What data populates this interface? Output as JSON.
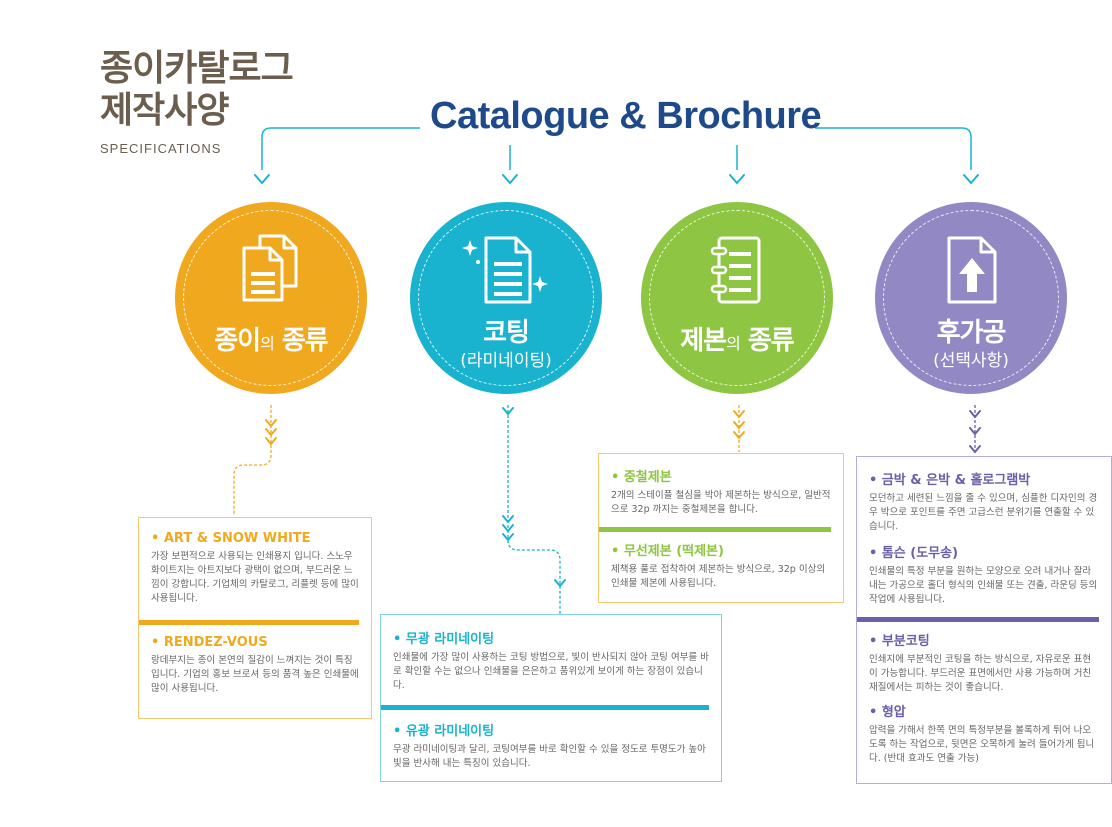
{
  "header": {
    "title_line1": "종이카탈로그",
    "title_line2": "제작사양",
    "subtitle": "SPECIFICATIONS",
    "main_title": "Catalogue & Brochure"
  },
  "colors": {
    "paper": "#f0a91f",
    "coating": "#1ab3cf",
    "binding": "#8ec542",
    "finishing": "#9289c4",
    "title": "#1e4a8c"
  },
  "categories": [
    {
      "icon": "documents-icon",
      "label_main1": "종이",
      "label_small": "의",
      "label_main2": " 종류",
      "sub": "",
      "items": [
        {
          "title": "• ART & SNOW WHITE",
          "desc": "가장 보편적으로 사용되는 인쇄용지 입니다. 스노우화이트지는 아트지보다 광택이 없으며, 부드러운 느낌이 강합니다. 기업체의 카탈로그, 리플렛 등에 많이 사용됩니다."
        },
        {
          "title": "• RENDEZ-VOUS",
          "desc": "랑데부지는 종이 본연의 질감이 느껴지는 것이 특징입니다. 기업의 홍보 브로셔 등의 품격 높은 인쇄물에 많이 사용됩니다."
        }
      ]
    },
    {
      "icon": "sparkle-document-icon",
      "label_main1": "코팅",
      "label_small": "",
      "label_main2": "",
      "sub": "(라미네이팅)",
      "items": [
        {
          "title": "• 무광 라미네이팅",
          "desc": "인쇄물에 가장 많이 사용하는 코팅 방법으로, 빛이 반사되지 않아 코팅 여부를 바로 확인할 수는 없으나 인쇄물을 은은하고 품위있게 보이게 하는 장점이 있습니다."
        },
        {
          "title": "• 유광 라미네이팅",
          "desc": "무광 라미네이팅과 달리, 코팅여부를 바로 확인할 수 있을 정도로 투명도가 높아 빛을 반사해 내는 특징이 있습니다."
        }
      ]
    },
    {
      "icon": "notebook-icon",
      "label_main1": "제본",
      "label_small": "의",
      "label_main2": " 종류",
      "sub": "",
      "items": [
        {
          "title": "• 중철제본",
          "desc": "2개의 스테이플 철심을 박아 제본하는 방식으로, 일반적으로 32p 까지는 중철제본을 합니다."
        },
        {
          "title": "• 무선제본 (떡제본)",
          "desc": "제책용 풀로 접착하여 제본하는 방식으로, 32p 이상의 인쇄물 제본에 사용됩니다."
        }
      ]
    },
    {
      "icon": "upload-document-icon",
      "label_main1": "후가공",
      "label_small": "",
      "label_main2": "",
      "sub": "(선택사항)",
      "items": [
        {
          "title": "• 금박 & 은박 & 홀로그램박",
          "desc": "모던하고 세련된 느낌을 줄 수 있으며, 심플한 디자인의 경우 박으로 포인트를 주면 고급스런 분위기를 연출할 수 있습니다."
        },
        {
          "title": "• 톰슨 (도무송)",
          "desc": "인쇄물의 특정 부분을 원하는 모양으로 오려 내거나 잘라내는 가공으로 홀더 형식의 인쇄물 또는 견출, 라운딩 등의 작업에 사용됩니다."
        },
        {
          "title": "• 부분코팅",
          "desc": "인쇄지에 부분적인 코팅을 하는 방식으로, 자유로운 표현이 가능합니다. 부드러운 표면에서만 사용 가능하며 거친 재질에서는 피하는 것이 좋습니다."
        },
        {
          "title": "• 형압",
          "desc": "압력을 가해서 한쪽 면의 특정부분을 볼록하게 튀어 나오도록 하는 작업으로, 뒷면은 오목하게 눌려 들어가게 됩니다. (반대 효과도 연출 가능)"
        }
      ]
    }
  ]
}
